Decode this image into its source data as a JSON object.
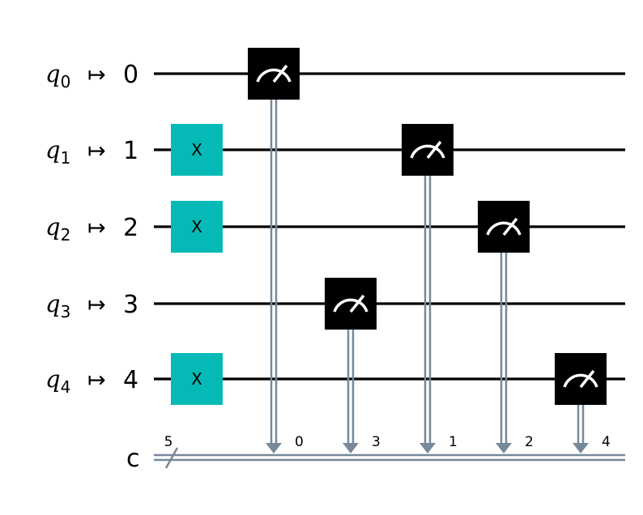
{
  "circuit": {
    "qubits": [
      {
        "name": "q",
        "index": "0",
        "arrow": "↦",
        "target": "0"
      },
      {
        "name": "q",
        "index": "1",
        "arrow": "↦",
        "target": "1"
      },
      {
        "name": "q",
        "index": "2",
        "arrow": "↦",
        "target": "2"
      },
      {
        "name": "q",
        "index": "3",
        "arrow": "↦",
        "target": "3"
      },
      {
        "name": "q",
        "index": "4",
        "arrow": "↦",
        "target": "4"
      }
    ],
    "classical_register": {
      "label": "c",
      "size": "5"
    },
    "x_gates": [
      {
        "qubit": 1,
        "label": "X"
      },
      {
        "qubit": 2,
        "label": "X"
      },
      {
        "qubit": 4,
        "label": "X"
      }
    ],
    "measurements": [
      {
        "qubit": 0,
        "clbit": "0",
        "column": 0
      },
      {
        "qubit": 3,
        "clbit": "3",
        "column": 1
      },
      {
        "qubit": 1,
        "clbit": "1",
        "column": 2
      },
      {
        "qubit": 2,
        "clbit": "2",
        "column": 3
      },
      {
        "qubit": 4,
        "clbit": "4",
        "column": 4
      }
    ],
    "colors": {
      "x_gate": "#05BAB6",
      "measure_box": "#000000",
      "measure_symbol": "#ffffff",
      "classical_wire": "#778899",
      "qubit_wire": "#000000",
      "text": "#000000"
    }
  }
}
